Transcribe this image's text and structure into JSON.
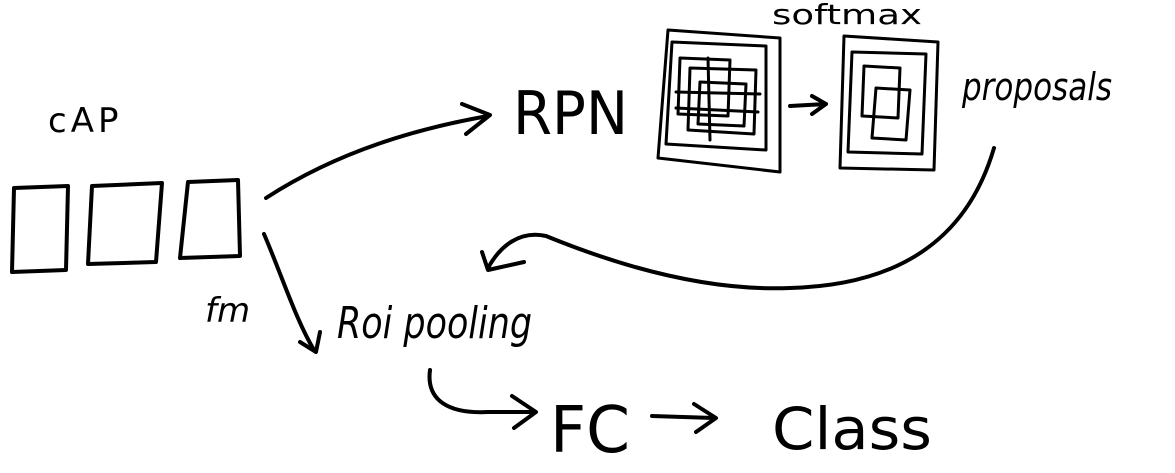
{
  "colors": {
    "ink": "#000000",
    "background": "#ffffff"
  },
  "labels": {
    "cap": "cAP",
    "fm": "fm",
    "rpn": "RPN",
    "softmax": "softmax",
    "proposals": "proposals",
    "roi_pooling": "Roi pooling",
    "fc": "FC",
    "class": "Class"
  }
}
